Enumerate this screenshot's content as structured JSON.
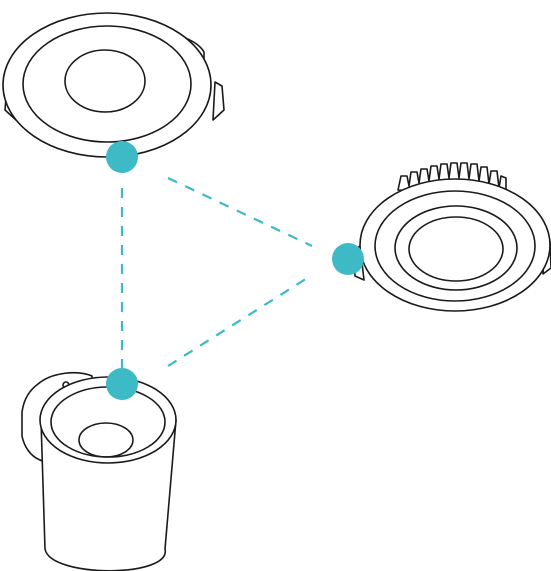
{
  "diagram": {
    "connector_color": "#3dbac6",
    "line_color": "#1a1a1a",
    "background": "#ffffff",
    "devices": [
      {
        "id": "recessed-downlight",
        "icon": "recessed-downlight-icon"
      },
      {
        "id": "finned-downlight",
        "icon": "finned-downlight-icon"
      },
      {
        "id": "wall-spotlight",
        "icon": "wall-spotlight-icon"
      }
    ],
    "connections": [
      {
        "from": "recessed-downlight",
        "to": "wall-spotlight"
      },
      {
        "from": "recessed-downlight",
        "to": "finned-downlight"
      },
      {
        "from": "wall-spotlight",
        "to": "finned-downlight"
      }
    ]
  }
}
